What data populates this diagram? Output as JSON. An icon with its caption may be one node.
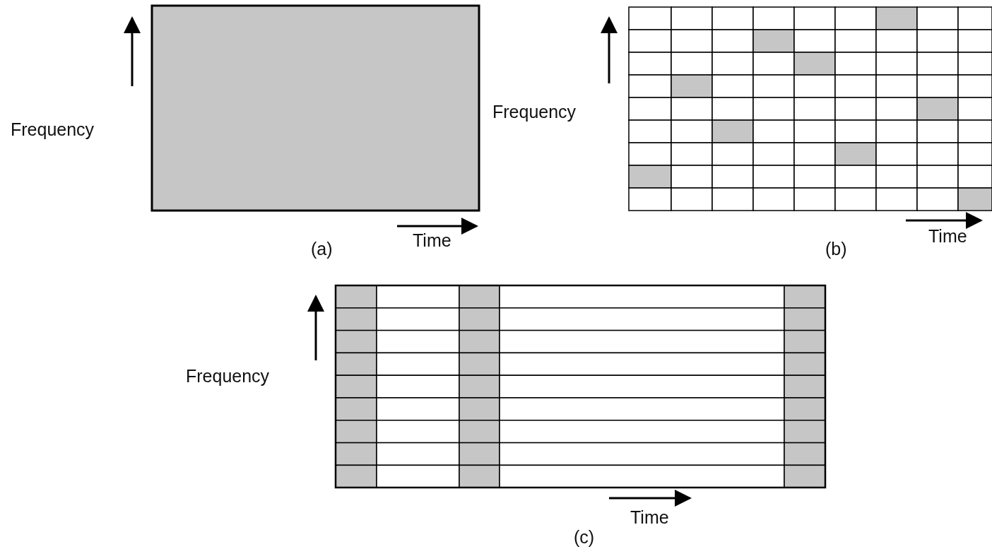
{
  "diagram": {
    "labels": [
      "Frequency",
      "Time",
      "(a)",
      "Frequency",
      "Time",
      "(b)",
      "Frequency",
      "Time",
      "(c)"
    ]
  }
}
